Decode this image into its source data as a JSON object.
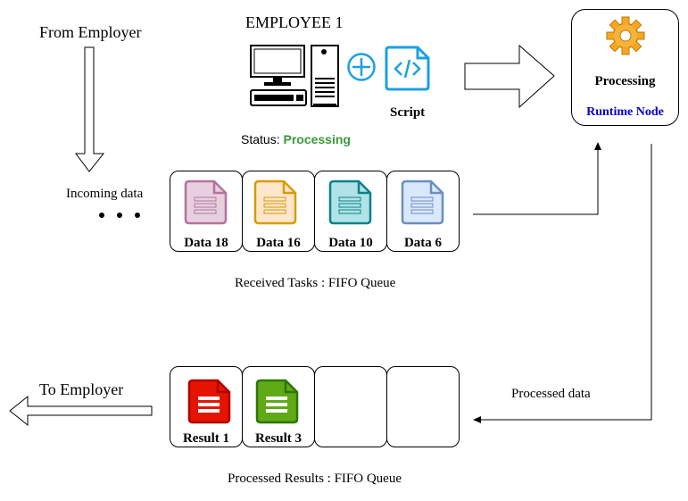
{
  "employee_title": "EMPLOYEE 1",
  "status": {
    "label": "Status:",
    "value": "Processing",
    "value_color": "#3a9a3a"
  },
  "script_label": "Script",
  "runtime_node": {
    "title": "Processing",
    "subtitle": "Runtime Node",
    "subtitle_color": "#0000cc"
  },
  "from_employer": "From Employer",
  "to_employer": "To Employer",
  "incoming_data": "Incoming data",
  "processed_data": "Processed data",
  "received_queue": {
    "caption": "Received Tasks : FIFO Queue",
    "items": [
      {
        "label": "Data 18",
        "icon": "document-pink-icon",
        "stroke": "#b5739d",
        "fill": "#e6d0de"
      },
      {
        "label": "Data 16",
        "icon": "document-orange-icon",
        "stroke": "#d79b00",
        "fill": "#ffe6cc"
      },
      {
        "label": "Data 10",
        "icon": "document-teal-icon",
        "stroke": "#0e8088",
        "fill": "#b0e3e6"
      },
      {
        "label": "Data 6",
        "icon": "document-blue-icon",
        "stroke": "#6c8ebf",
        "fill": "#dae8fc"
      }
    ]
  },
  "results_queue": {
    "caption": "Processed Results : FIFO Queue",
    "items": [
      {
        "label": "Result 1",
        "icon": "document-red-icon",
        "stroke": "#b20000",
        "fill": "#e51400"
      },
      {
        "label": "Result 3",
        "icon": "document-green-icon",
        "stroke": "#2d7600",
        "fill": "#60a917"
      },
      {
        "label": "",
        "icon": ""
      },
      {
        "label": "",
        "icon": ""
      }
    ]
  },
  "colors": {
    "script_blue": "#1ba1e2",
    "plus_blue": "#1ba1e2",
    "gear_orange": "#f5a623"
  }
}
